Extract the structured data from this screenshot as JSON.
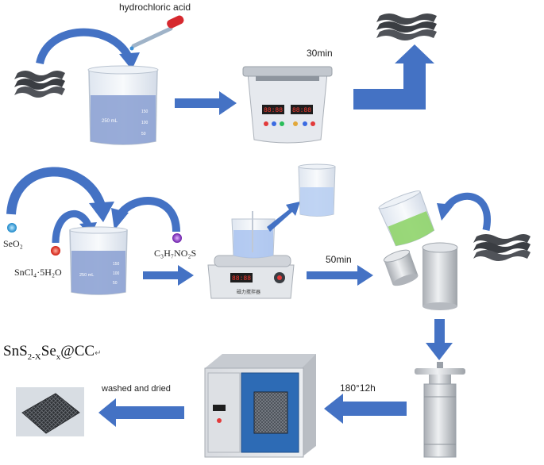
{
  "labels": {
    "hydrochloric_acid": "hydrochloric acid",
    "time_30min": "30min",
    "seo2": "SeO₂",
    "sncl4": "SnCl₄·5H₂O",
    "cysteine": "C₃H₇NO₂S",
    "time_50min": "50min",
    "product_prefix": "SnS",
    "product_sub1": "2-X",
    "product_mid": "Se",
    "product_sub2": "x",
    "product_suffix": "@CC",
    "product_mark": "↵",
    "conditions": "180°12h",
    "washed_dried": "washed and dried",
    "beaker_volume": "250 mL",
    "beaker_ticks": [
      "150",
      "100",
      "50"
    ],
    "stirrer_name": "磁力搅拌器",
    "ultrasonic_display": "88:88"
  },
  "colors": {
    "arrow": "#4472c4",
    "liquid": "#8ea3d4",
    "green_liquid": "#8fd46a",
    "steel": "#c8cbd0",
    "oven_door": "#2d6bb5",
    "cloth": "#4a4d52"
  }
}
